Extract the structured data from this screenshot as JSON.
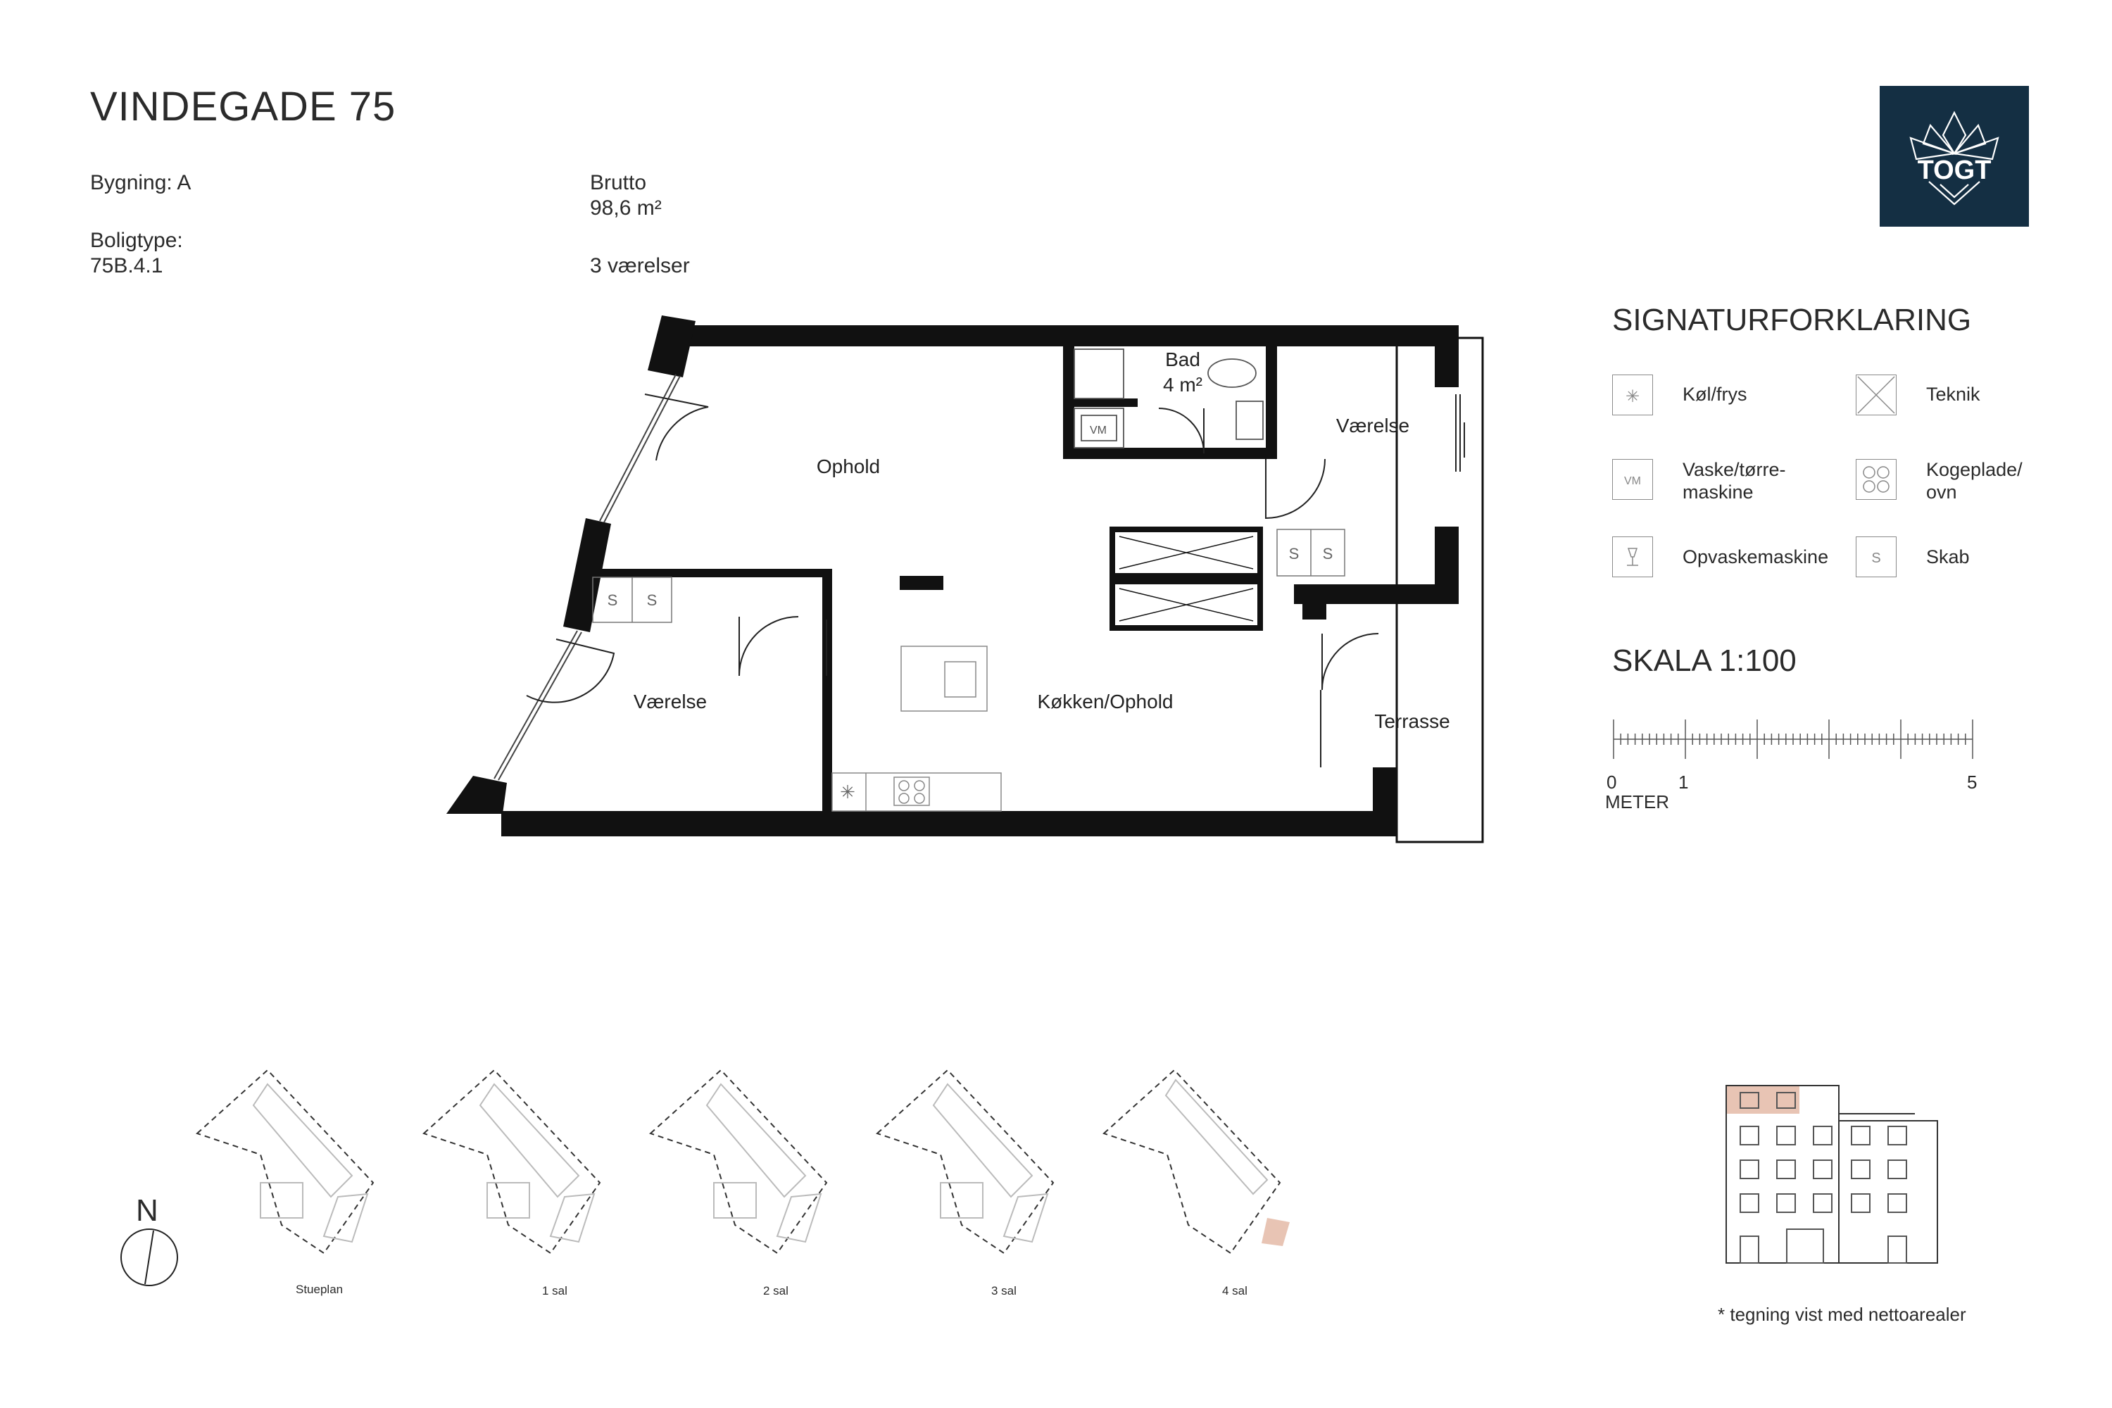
{
  "header": {
    "title": "VINDEGADE 75",
    "building_label": "Bygning: A",
    "type_label": "Boligtype:",
    "type_value": "75B.4.1",
    "gross_label": "Brutto",
    "gross_value": "98,6 m²",
    "rooms": "3 værelser"
  },
  "logo": {
    "text": "TOGT",
    "bg_color": "#142f43"
  },
  "plan": {
    "rooms": {
      "ophold": "Ophold",
      "bad": "Bad",
      "bad_area": "4 m²",
      "vaerelse_1": "Værelse",
      "vaerelse_2": "Værelse",
      "kokken": "Køkken/Ophold",
      "terrasse": "Terrasse",
      "vm": "VM",
      "skab": "S"
    }
  },
  "legend": {
    "title": "SIGNATURFORKLARING",
    "items": {
      "kol": "Køl/frys",
      "teknik": "Teknik",
      "vaske_1": "Vaske/tørre-",
      "vaske_2": "maskine",
      "koge_1": "Kogeplade/",
      "koge_2": "ovn",
      "opvask": "Opvaskemaskine",
      "skab": "Skab",
      "vm_symbol": "VM",
      "skab_symbol": "S"
    }
  },
  "scale": {
    "title": "SKALA 1:100",
    "tick_0": "0",
    "tick_1": "1",
    "tick_5": "5",
    "unit": "METER"
  },
  "floors": {
    "north": "N",
    "labels": [
      "Stueplan",
      "1 sal",
      "2 sal",
      "3 sal",
      "4 sal"
    ],
    "highlight_color": "#e8c4b4"
  },
  "footnote": "* tegning vist med nettoarealer"
}
